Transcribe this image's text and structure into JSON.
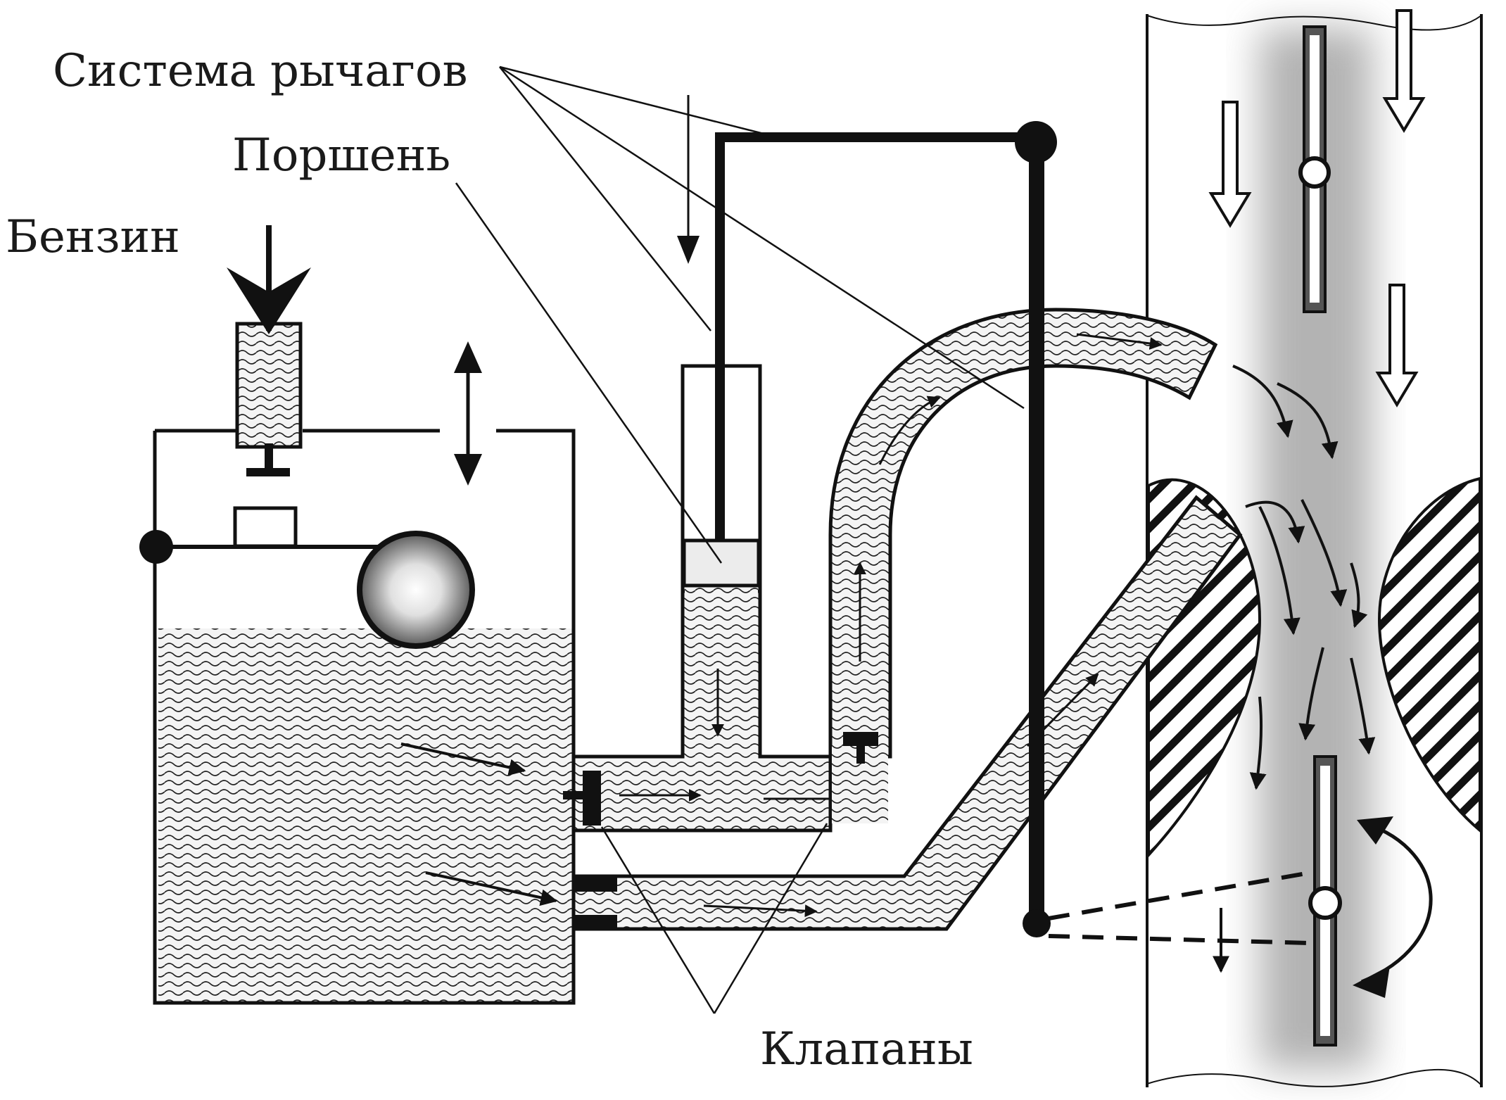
{
  "labels": {
    "levers": "Система рычагов",
    "piston": "Поршень",
    "fuel": "Бензин",
    "valves": "Клапаны"
  },
  "colors": {
    "ink": "#111111",
    "fuel_fill": "#f2f2f2",
    "air_stream": "#9a9a9a",
    "background": "#ffffff"
  }
}
